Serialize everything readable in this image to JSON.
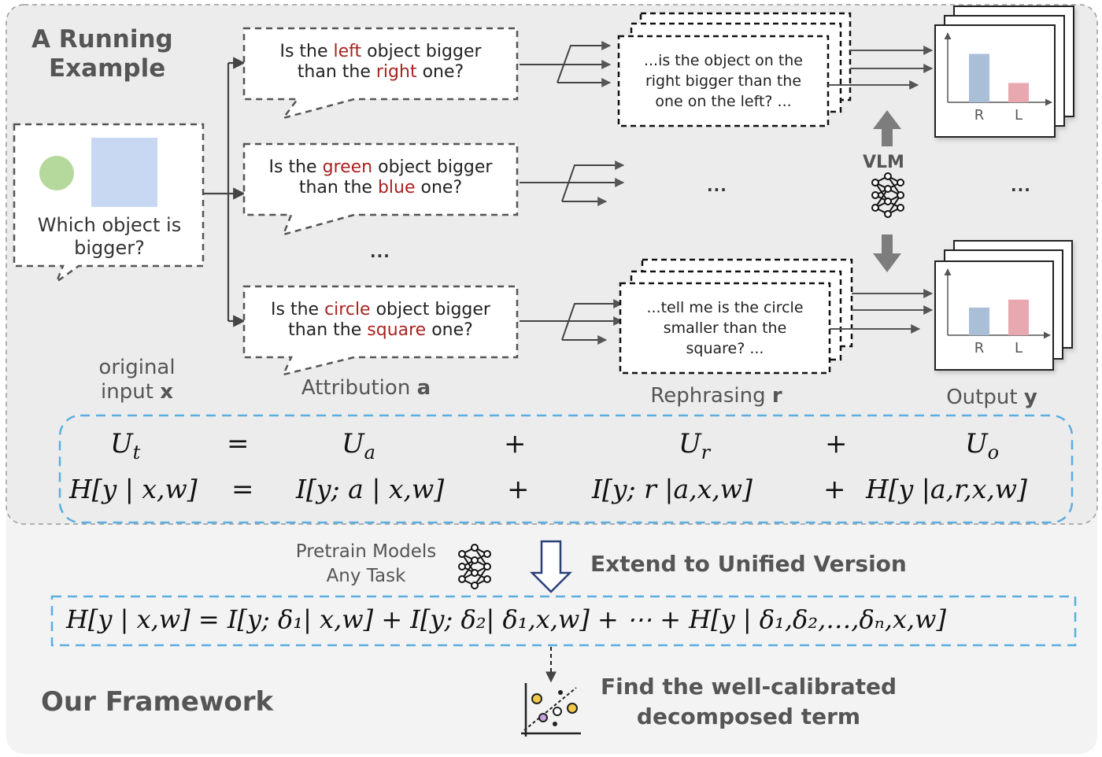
{
  "section_running": {
    "title_line1": "A Running",
    "title_line2": "Example"
  },
  "section_framework": {
    "title": "Our Framework"
  },
  "input_bubble": {
    "question_line1": "Which object is",
    "question_line2": "bigger?"
  },
  "attributions": [
    {
      "pre": "Is the ",
      "h1": "left",
      "mid": " object bigger",
      "pre2": "than the ",
      "h2": "right",
      "post": " one?"
    },
    {
      "pre": "Is the ",
      "h1": "green",
      "mid": " object bigger",
      "pre2": "than the ",
      "h2": "blue",
      "post": " one?"
    },
    {
      "pre": "Is the ",
      "h1": "circle",
      "mid": " object bigger",
      "pre2": "than the ",
      "h2": "square",
      "post": " one?"
    }
  ],
  "rephrasings": [
    {
      "line1": "...is the object on the",
      "line2": "right bigger than the",
      "line3": "one on the left? ..."
    },
    {
      "line1": "...tell me is the circle",
      "line2": "smaller than the",
      "line3": "square? ..."
    }
  ],
  "ellipsis": "...",
  "vlm_label": "VLM",
  "axis_labels": {
    "col_labels": [
      "R",
      "L"
    ]
  },
  "column_labels": {
    "original_line1": "original",
    "original_line2": "input ",
    "original_var": "x",
    "attribution": "Attribution ",
    "attribution_var": "a",
    "rephrasing": "Rephrasing ",
    "rephrasing_var": "r",
    "output": "Output ",
    "output_var": "y"
  },
  "output_charts": [
    {
      "type": "bar",
      "categories": [
        "R",
        "L"
      ],
      "values": [
        0.75,
        0.3
      ],
      "colors": [
        "#a9bfd8",
        "#e8a8b0"
      ]
    },
    {
      "type": "bar",
      "categories": [
        "R",
        "L"
      ],
      "values": [
        0.45,
        0.58
      ],
      "colors": [
        "#a9bfd8",
        "#e8a8b0"
      ]
    }
  ],
  "equation_top": {
    "terms": [
      "U_t",
      "=",
      "U_a",
      "+",
      "U_r",
      "+",
      "U_o"
    ],
    "row2": [
      "H[y | x,w]",
      "=",
      "I[y; a | x,w]",
      "+",
      "I[y; r |a,x,w]",
      "+",
      "H[y |a,r,x,w]"
    ]
  },
  "pretrain": {
    "line1": "Pretrain Models",
    "line2": "Any Task"
  },
  "extend_label": "Extend to Unified Version",
  "unified_equation": "H[y | x,w] = I[y; δ₁| x,w] + I[y; δ₂| δ₁,x,w] + ⋯ + H[y | δ₁,δ₂,…,δₙ,x,w]",
  "find_label": {
    "line1": "Find the well-calibrated",
    "line2": "decomposed term"
  },
  "colors": {
    "highlight": "#a8231f",
    "dashed_blue": "#5aaee0",
    "panel_bg": "#ececec",
    "bar_blue": "#a9bfd8",
    "bar_red": "#e8a8b0",
    "green_circle": "#b5d89c",
    "blue_square": "#c8d8f3"
  }
}
